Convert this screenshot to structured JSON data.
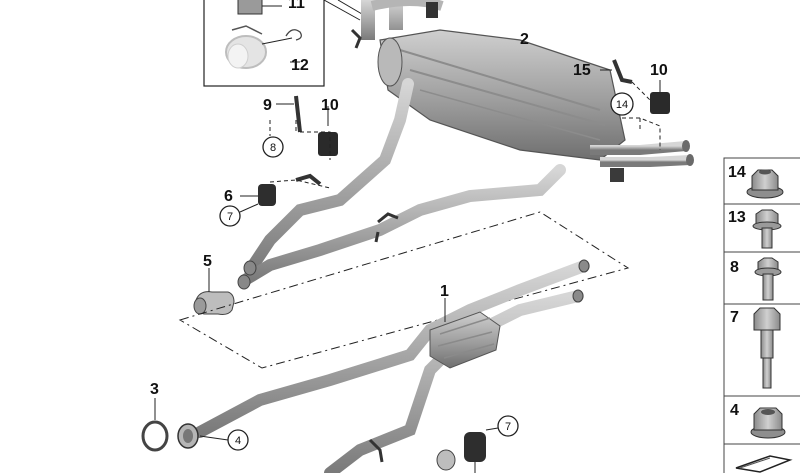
{
  "callouts": {
    "c1": "1",
    "c2": "2",
    "c3": "3",
    "c4": "4",
    "c5": "5",
    "c6": "6",
    "c7a": "7",
    "c7b": "7",
    "c8": "8",
    "c9": "9",
    "c10a": "10",
    "c10b": "10",
    "c11": "11",
    "c12": "12",
    "c14": "14",
    "c15": "15"
  },
  "side_panel": {
    "items": [
      {
        "label": "14",
        "icon": "flange-nut-icon"
      },
      {
        "label": "13",
        "icon": "hex-bolt-icon"
      },
      {
        "label": "8",
        "icon": "flange-bolt-icon"
      },
      {
        "label": "7",
        "icon": "long-bolt-icon"
      },
      {
        "label": "4",
        "icon": "hex-nut-icon"
      }
    ]
  },
  "colors": {
    "pipe": "#a7a7a7",
    "pipe_dark": "#7c7c7c",
    "rubber": "#2a2a2a",
    "outline": "#1a1a1a"
  }
}
